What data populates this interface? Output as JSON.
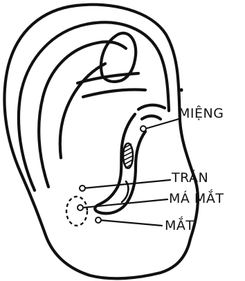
{
  "labels": {
    "mouth": "MIỆNG",
    "forehead": "TRÁN",
    "cheek_eye": "MÁ MẮT",
    "eye": "MẮT"
  }
}
